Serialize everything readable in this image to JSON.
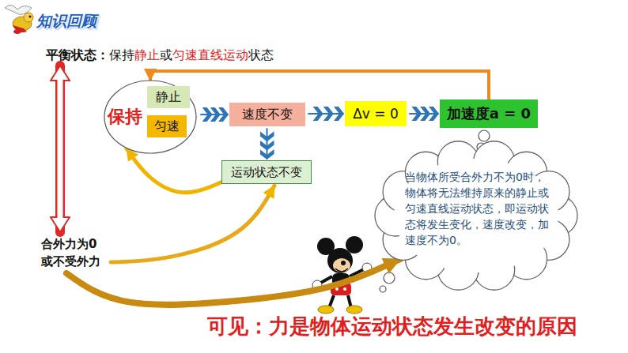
{
  "diagram": {
    "title": "知识回顾",
    "caption": "可见：力是物体运动状态发生改变的原因",
    "nodes": [
      {
        "text": [
          "平衡状态：",
          "保持",
          "静止",
          "或",
          "匀速直线运动",
          "状态"
        ]
      },
      {
        "text": [
          "保持"
        ]
      },
      {
        "text": [
          "静止"
        ],
        "in": 1
      },
      {
        "text": [
          "匀速"
        ],
        "in": 1
      },
      {
        "text": [
          "速度不变"
        ]
      },
      {
        "text": [
          "Δv = 0"
        ]
      },
      {
        "text": [
          "加速度a = 0"
        ]
      },
      {
        "text": [
          "运动状态不变"
        ]
      },
      {
        "text": [
          "合外力为0 或不受外力"
        ]
      },
      {
        "text": [
          "当物体所受合外力不为0时，物体将无法维持原来的静止或匀速直线运动状态，即运动状态将发生变化，速度改变，加速度不为0。"
        ]
      }
    ],
    "edges": [
      {
        "from": 1,
        "to": 4,
        "arrow": "to"
      },
      {
        "from": 4,
        "to": 5,
        "arrow": "to"
      },
      {
        "from": 5,
        "to": 6,
        "arrow": "to"
      },
      {
        "from": 4,
        "to": 7,
        "arrow": "to"
      },
      {
        "from": 6,
        "to": 1,
        "arrow": "to"
      },
      {
        "from": 7,
        "to": 1,
        "arrow": "to"
      },
      {
        "from": 8,
        "to": 7,
        "arrow": "to"
      },
      {
        "from": 8,
        "to": 9,
        "arrow": "to"
      },
      {
        "from": 0,
        "to": 8,
        "arrow": "both"
      }
    ]
  }
}
